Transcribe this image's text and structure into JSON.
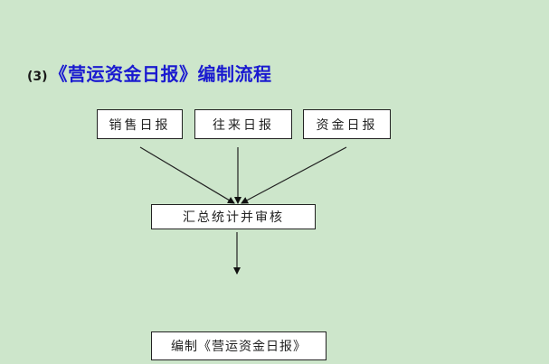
{
  "title": {
    "number": "(3)",
    "text": "《营运资金日报》编制流程",
    "color": "#1a1ad0"
  },
  "background_color": "#cde6cb",
  "nodes": {
    "sales_daily": "销售日报",
    "accounts_daily": "往来日报",
    "funds_daily": "资金日报",
    "summarize": "汇总统计并审核",
    "compile": "编制《营运资金日报》"
  },
  "edges": [
    {
      "from": "销售日报",
      "to": "汇总统计并审核"
    },
    {
      "from": "往来日报",
      "to": "汇总统计并审核"
    },
    {
      "from": "资金日报",
      "to": "汇总统计并审核"
    },
    {
      "from": "汇总统计并审核",
      "to": "编制《营运资金日报》"
    }
  ]
}
